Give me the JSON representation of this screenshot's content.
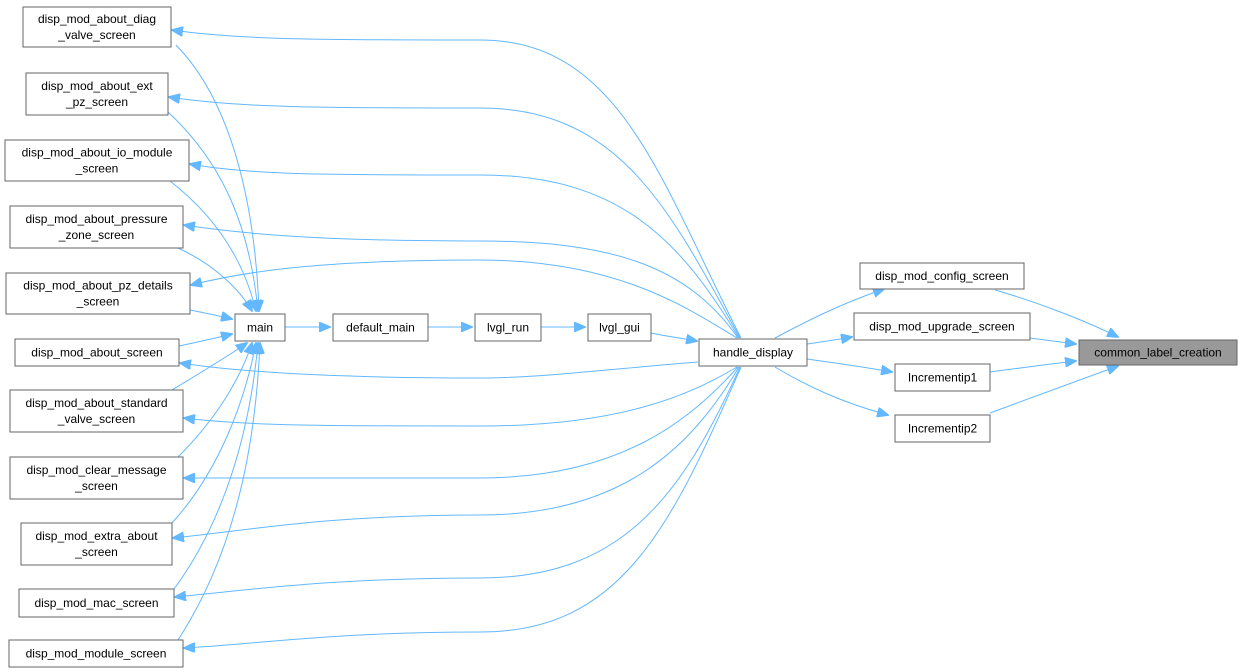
{
  "diagram": {
    "nodes": [
      {
        "id": "common_label_creation",
        "lines": [
          "common_label_creation"
        ],
        "highlight": true
      },
      {
        "id": "disp_mod_config_screen",
        "lines": [
          "disp_mod_config_screen"
        ]
      },
      {
        "id": "disp_mod_upgrade_screen",
        "lines": [
          "disp_mod_upgrade_screen"
        ]
      },
      {
        "id": "Incrementip1",
        "lines": [
          "Incrementip1"
        ]
      },
      {
        "id": "Incrementip2",
        "lines": [
          "Incrementip2"
        ]
      },
      {
        "id": "handle_display",
        "lines": [
          "handle_display"
        ]
      },
      {
        "id": "lvgl_gui",
        "lines": [
          "lvgl_gui"
        ]
      },
      {
        "id": "lvgl_run",
        "lines": [
          "lvgl_run"
        ]
      },
      {
        "id": "default_main",
        "lines": [
          "default_main"
        ]
      },
      {
        "id": "main",
        "lines": [
          "main"
        ]
      },
      {
        "id": "disp_mod_about_diag_valve_screen",
        "lines": [
          "disp_mod_about_diag",
          "_valve_screen"
        ]
      },
      {
        "id": "disp_mod_about_ext_pz_screen",
        "lines": [
          "disp_mod_about_ext",
          "_pz_screen"
        ]
      },
      {
        "id": "disp_mod_about_io_module_screen",
        "lines": [
          "disp_mod_about_io_module",
          "_screen"
        ]
      },
      {
        "id": "disp_mod_about_pressure_zone_screen",
        "lines": [
          "disp_mod_about_pressure",
          "_zone_screen"
        ]
      },
      {
        "id": "disp_mod_about_pz_details_screen",
        "lines": [
          "disp_mod_about_pz_details",
          "_screen"
        ]
      },
      {
        "id": "disp_mod_about_screen",
        "lines": [
          "disp_mod_about_screen"
        ]
      },
      {
        "id": "disp_mod_about_standard_valve_screen",
        "lines": [
          "disp_mod_about_standard",
          "_valve_screen"
        ]
      },
      {
        "id": "disp_mod_clear_message_screen",
        "lines": [
          "disp_mod_clear_message",
          "_screen"
        ]
      },
      {
        "id": "disp_mod_extra_about_screen",
        "lines": [
          "disp_mod_extra_about",
          "_screen"
        ]
      },
      {
        "id": "disp_mod_mac_screen",
        "lines": [
          "disp_mod_mac_screen"
        ]
      },
      {
        "id": "disp_mod_module_screen",
        "lines": [
          "disp_mod_module_screen"
        ]
      }
    ],
    "edges": [
      {
        "from": "disp_mod_config_screen",
        "to": "common_label_creation"
      },
      {
        "from": "disp_mod_upgrade_screen",
        "to": "common_label_creation"
      },
      {
        "from": "Incrementip1",
        "to": "common_label_creation"
      },
      {
        "from": "Incrementip2",
        "to": "common_label_creation"
      },
      {
        "from": "handle_display",
        "to": "disp_mod_config_screen"
      },
      {
        "from": "handle_display",
        "to": "disp_mod_upgrade_screen"
      },
      {
        "from": "handle_display",
        "to": "Incrementip1"
      },
      {
        "from": "handle_display",
        "to": "Incrementip2"
      },
      {
        "from": "lvgl_gui",
        "to": "handle_display"
      },
      {
        "from": "lvgl_run",
        "to": "lvgl_gui"
      },
      {
        "from": "default_main",
        "to": "lvgl_run"
      },
      {
        "from": "main",
        "to": "default_main"
      },
      {
        "from": "handle_display",
        "to": "disp_mod_about_diag_valve_screen"
      },
      {
        "from": "handle_display",
        "to": "disp_mod_about_ext_pz_screen"
      },
      {
        "from": "handle_display",
        "to": "disp_mod_about_io_module_screen"
      },
      {
        "from": "handle_display",
        "to": "disp_mod_about_pressure_zone_screen"
      },
      {
        "from": "handle_display",
        "to": "disp_mod_about_pz_details_screen"
      },
      {
        "from": "handle_display",
        "to": "disp_mod_about_screen"
      },
      {
        "from": "handle_display",
        "to": "disp_mod_about_standard_valve_screen"
      },
      {
        "from": "handle_display",
        "to": "disp_mod_clear_message_screen"
      },
      {
        "from": "handle_display",
        "to": "disp_mod_extra_about_screen"
      },
      {
        "from": "handle_display",
        "to": "disp_mod_mac_screen"
      },
      {
        "from": "handle_display",
        "to": "disp_mod_module_screen"
      },
      {
        "from": "disp_mod_about_diag_valve_screen",
        "to": "main"
      },
      {
        "from": "disp_mod_about_ext_pz_screen",
        "to": "main"
      },
      {
        "from": "disp_mod_about_io_module_screen",
        "to": "main"
      },
      {
        "from": "disp_mod_about_pressure_zone_screen",
        "to": "main"
      },
      {
        "from": "disp_mod_about_pz_details_screen",
        "to": "main"
      },
      {
        "from": "disp_mod_about_screen",
        "to": "main"
      },
      {
        "from": "disp_mod_about_standard_valve_screen",
        "to": "main"
      },
      {
        "from": "disp_mod_clear_message_screen",
        "to": "main"
      },
      {
        "from": "disp_mod_extra_about_screen",
        "to": "main"
      },
      {
        "from": "disp_mod_mac_screen",
        "to": "main"
      },
      {
        "from": "disp_mod_module_screen",
        "to": "main"
      }
    ]
  },
  "colors": {
    "edge": "#63b8ff",
    "node_border": "#666666",
    "node_fill": "#ffffff",
    "highlight_fill": "#999999"
  }
}
